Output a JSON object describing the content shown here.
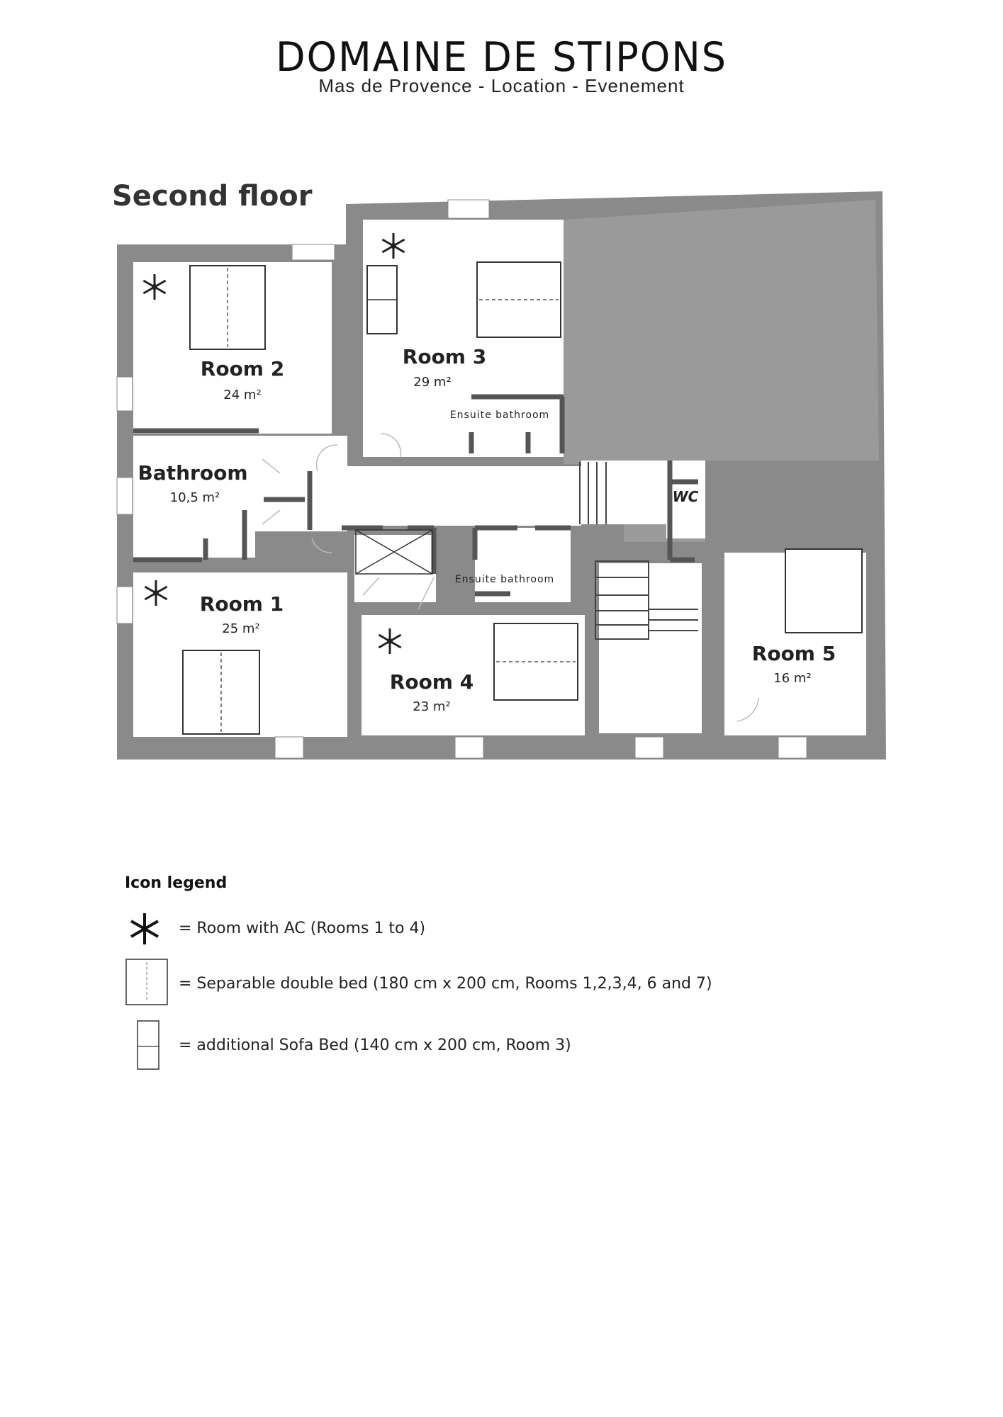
{
  "header": {
    "logo_text": "DOMAINE DE STIPONS",
    "tagline": "Mas de Provence - Location - Evenement"
  },
  "plan": {
    "title": "Second floor",
    "rooms": [
      {
        "name": "Room 2",
        "area": "24 m²"
      },
      {
        "name": "Room 3",
        "area": "29 m²"
      },
      {
        "name": "Bathroom",
        "area": "10,5 m²"
      },
      {
        "name": "Room 1",
        "area": "25 m²"
      },
      {
        "name": "Room 4",
        "area": "23 m²"
      },
      {
        "name": "Room 5",
        "area": "16 m²"
      }
    ],
    "labels": {
      "ensuite_1": "Ensuite bathroom",
      "ensuite_2": "Ensuite bathroom",
      "wc": "WC"
    }
  },
  "legend": {
    "title": "Icon legend",
    "items": [
      {
        "icon": "snowflake-icon",
        "text": "= Room with AC (Rooms 1 to 4)"
      },
      {
        "icon": "double-bed-icon",
        "text": "= Separable double bed (180 cm x 200 cm, Rooms 1,2,3,4, 6 and 7)"
      },
      {
        "icon": "sofa-bed-icon",
        "text": "= additional Sofa Bed (140 cm x 200 cm, Room 3)"
      }
    ]
  },
  "colors": {
    "wall": "#8a8a8a",
    "wall_dark": "#555555",
    "shaded_area": "#9a9a9a",
    "floor": "#ffffff"
  }
}
